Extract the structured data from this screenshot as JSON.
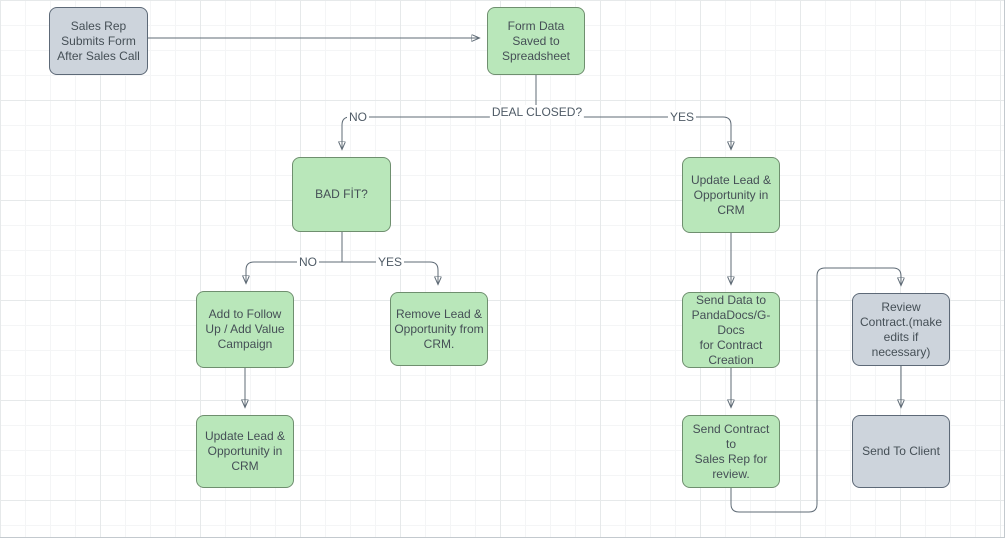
{
  "diagram": {
    "title": "Sales contract workflow flowchart",
    "nodes": [
      {
        "id": "sales-rep-submits-form",
        "type": "gray",
        "label": "Sales Rep\nSubmits Form\nAfter Sales Call"
      },
      {
        "id": "form-data-saved",
        "type": "green",
        "label": "Form Data\nSaved to\nSpreadsheet"
      },
      {
        "id": "bad-fit",
        "type": "green",
        "label": "BAD FİT?"
      },
      {
        "id": "add-to-follow-up",
        "type": "green",
        "label": "Add to Follow\nUp / Add Value\nCampaign"
      },
      {
        "id": "remove-lead",
        "type": "green",
        "label": "Remove Lead &\nOpportunity from\nCRM."
      },
      {
        "id": "update-lead-left",
        "type": "green",
        "label": "Update Lead &\nOpportunity in\nCRM"
      },
      {
        "id": "update-lead-right",
        "type": "green",
        "label": "Update Lead &\nOpportunity in\nCRM"
      },
      {
        "id": "send-data-pandadocs",
        "type": "green",
        "label": "Send Data to\nPandaDocs/G-Docs\nfor Contract\nCreation"
      },
      {
        "id": "send-contract-sales-rep",
        "type": "green",
        "label": "Send Contract to\nSales Rep for\nreview."
      },
      {
        "id": "review-contract",
        "type": "gray",
        "label": "Review\nContract.(make\nedits if\nnecessary)"
      },
      {
        "id": "send-to-client",
        "type": "gray",
        "label": "Send To Client"
      }
    ],
    "edge_labels": [
      {
        "id": "deal-closed-no",
        "text": "NO"
      },
      {
        "id": "deal-closed",
        "text": "DEAL CLOSED?"
      },
      {
        "id": "deal-closed-yes",
        "text": "YES"
      },
      {
        "id": "bad-fit-no",
        "text": "NO"
      },
      {
        "id": "bad-fit-yes",
        "text": "YES"
      }
    ],
    "colors": {
      "green_fill": "#b9e7ba",
      "green_border": "#6f8f6f",
      "gray_fill": "#cdd4dc",
      "gray_border": "#5d6977",
      "connector": "#5f6b76",
      "grid_minor": "#f4f5f6",
      "grid_major": "#e6e9ea",
      "text": "#454f56"
    }
  }
}
